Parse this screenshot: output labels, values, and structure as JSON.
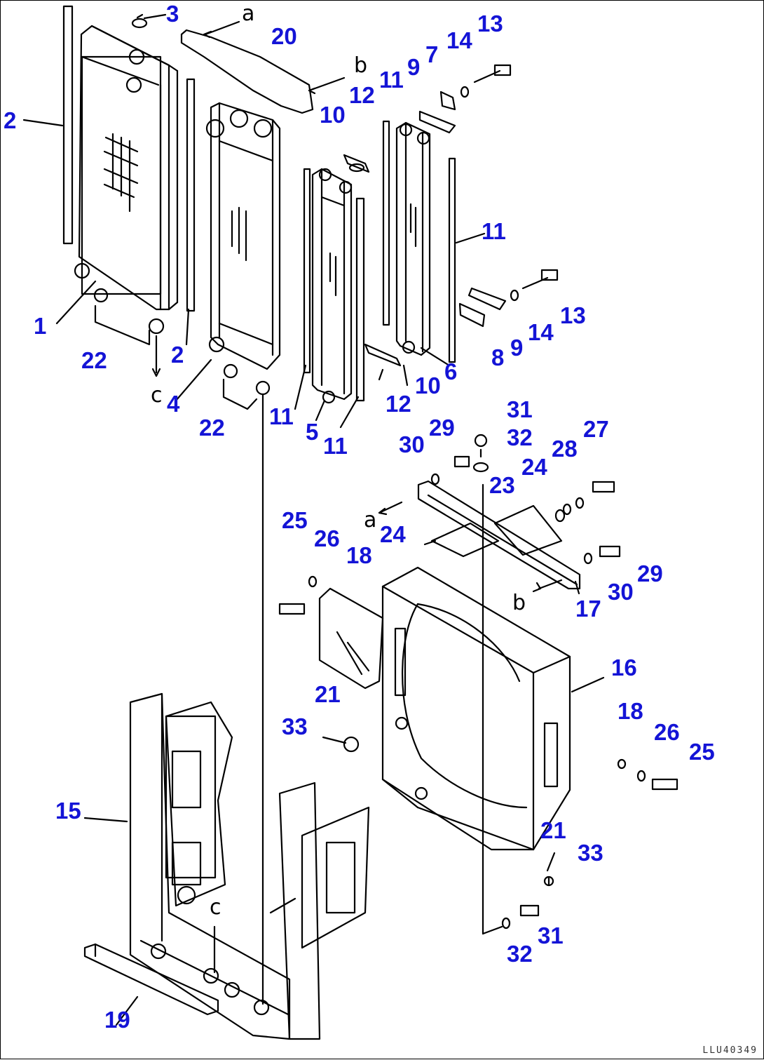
{
  "diagram": {
    "drawing_code": "LLU40349",
    "reference_letters": [
      "a",
      "b",
      "c",
      "a",
      "b",
      "c"
    ],
    "callouts": [
      "3",
      "20",
      "13",
      "14",
      "7",
      "9",
      "11",
      "12",
      "10",
      "2",
      "11",
      "1",
      "22",
      "2",
      "4",
      "22",
      "11",
      "5",
      "11",
      "12",
      "10",
      "6",
      "8",
      "9",
      "14",
      "13",
      "31",
      "29",
      "30",
      "32",
      "27",
      "28",
      "23",
      "24",
      "25",
      "26",
      "18",
      "24",
      "29",
      "30",
      "17",
      "16",
      "21",
      "33",
      "18",
      "26",
      "25",
      "15",
      "21",
      "33",
      "31",
      "32",
      "19"
    ]
  }
}
